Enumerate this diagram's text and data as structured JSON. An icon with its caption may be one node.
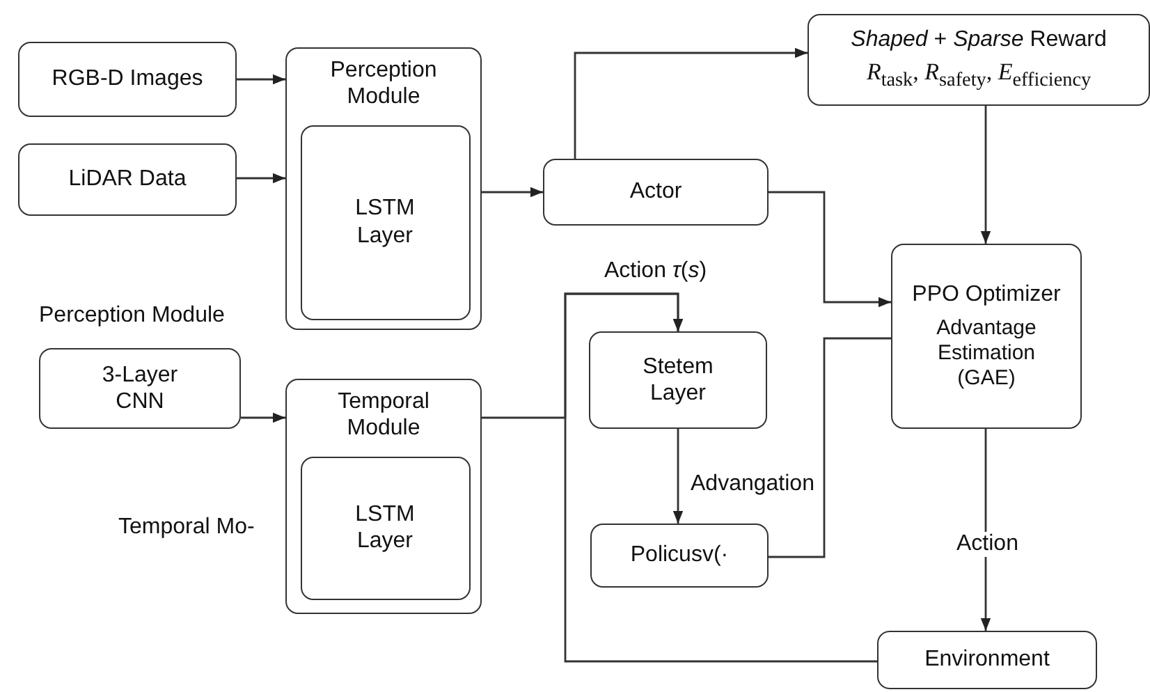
{
  "diagram": {
    "nodes": [
      {
        "text": [
          "RGB-D Images"
        ]
      },
      {
        "text": [
          "LiDAR Data"
        ]
      },
      {
        "text": [
          "Perception Module"
        ]
      },
      {
        "text": [
          "LSTM Layer"
        ],
        "in": 2
      },
      {
        "text": [
          "Actor"
        ]
      },
      {
        "text": [
          "*Shaped* + *Sparse* Reward",
          "*R*$_{task}$, *R*$_{safety}$, *E*$_{efficiency}$"
        ]
      },
      {
        "text": [
          "PPO Optimizer",
          "Advantage Estimation (GAE)"
        ]
      },
      {
        "text": [
          "3-Layer CNN"
        ]
      },
      {
        "text": [
          "Temporal Module"
        ]
      },
      {
        "text": [
          "LSTM Layer"
        ],
        "in": 8
      },
      {
        "text": [
          "Stetem Layer"
        ]
      },
      {
        "text": [
          "Policusv(·"
        ]
      },
      {
        "text": [
          "Environment"
        ]
      }
    ],
    "edges": [
      {
        "from": 0,
        "to": 2,
        "arrow": "to"
      },
      {
        "from": 1,
        "to": 2,
        "arrow": "to"
      },
      {
        "from": 2,
        "to": 4,
        "arrow": "to"
      },
      {
        "from": 4,
        "to": 5,
        "arrow": "to"
      },
      {
        "from": 4,
        "to": 6,
        "arrow": "to"
      },
      {
        "from": 5,
        "to": 6,
        "arrow": "to"
      },
      {
        "from": 7,
        "to": 8,
        "arrow": "to"
      },
      {
        "from": 8,
        "to": 10,
        "arrow": "to"
      },
      {
        "from": 12,
        "to": 10,
        "arrow": "to",
        "label": "Action *τ*(*s*)"
      },
      {
        "from": 10,
        "to": 11,
        "arrow": "to",
        "label": "Advangation"
      },
      {
        "from": 11,
        "to": 6,
        "arrow": "none"
      },
      {
        "from": 6,
        "to": 12,
        "arrow": "to",
        "label": "Action"
      }
    ],
    "labels": [
      "Perception Module",
      "Temporal Mo-"
    ]
  }
}
